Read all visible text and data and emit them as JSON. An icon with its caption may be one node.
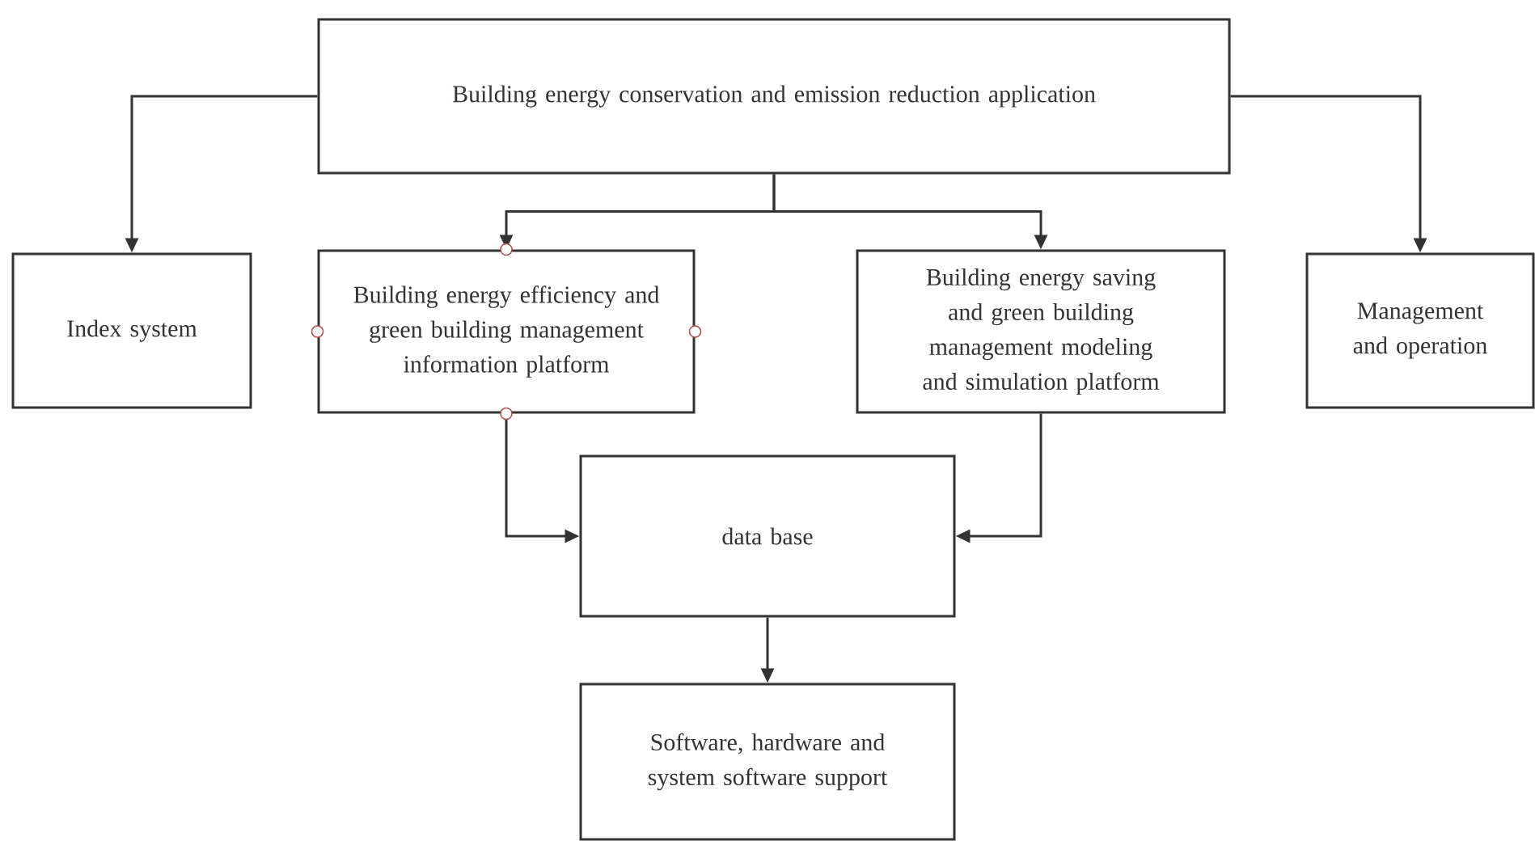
{
  "diagram": {
    "nodes": [
      {
        "text": [
          "Building energy conservation and emission reduction application"
        ]
      },
      {
        "text": [
          "Index system"
        ]
      },
      {
        "text": [
          "Building energy efficiency and green building management information platform"
        ]
      },
      {
        "text": [
          "Building energy saving and green building management modeling and simulation platform"
        ]
      },
      {
        "text": [
          "Management and operation"
        ]
      },
      {
        "text": [
          "data base"
        ]
      },
      {
        "text": [
          "Software, hardware and system software support"
        ]
      }
    ],
    "edges": [
      {
        "from": 0,
        "to": 1,
        "arrow": "to"
      },
      {
        "from": 0,
        "to": 2,
        "arrow": "to"
      },
      {
        "from": 0,
        "to": 3,
        "arrow": "to"
      },
      {
        "from": 0,
        "to": 4,
        "arrow": "to"
      },
      {
        "from": 2,
        "to": 5,
        "arrow": "to"
      },
      {
        "from": 3,
        "to": 5,
        "arrow": "to"
      },
      {
        "from": 5,
        "to": 6,
        "arrow": "to"
      }
    ]
  }
}
